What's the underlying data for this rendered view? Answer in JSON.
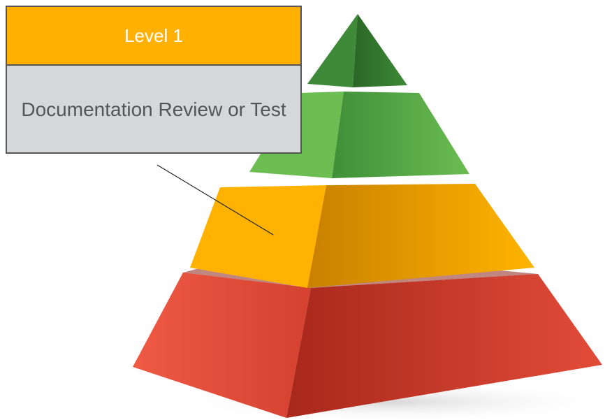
{
  "callout": {
    "title": "Level 1",
    "description": "Documentation Review or Test",
    "header_color": "#ffb000",
    "body_color": "#d5d7da",
    "border_color": "#555555"
  },
  "pyramid": {
    "tiers": [
      {
        "id": "top",
        "left_color": "#3f8a38",
        "right_color": "#2d6e2a"
      },
      {
        "id": "upper-middle",
        "left_color": "#6cbd52",
        "right_color": "#4f9b3f"
      },
      {
        "id": "lower-middle",
        "left_color": "#ffb300",
        "right_color": "#e39a00"
      },
      {
        "id": "base",
        "left_color": "#e74c3a",
        "right_color": "#c0311f"
      }
    ]
  }
}
